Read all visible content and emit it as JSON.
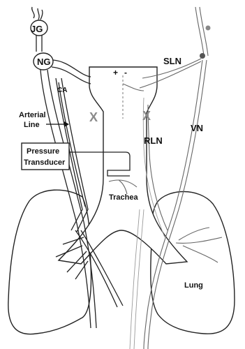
{
  "labels": {
    "jg": "JG",
    "ng": "NG",
    "ca": "CA",
    "arterial_line_1": "Arterial",
    "arterial_line_2": "Line",
    "pressure_1": "Pressure",
    "pressure_2": "Transducer",
    "sln": "SLN",
    "vn": "VN",
    "rln": "RLN",
    "trachea": "Trachea",
    "lung": "Lung",
    "plus": "+",
    "minus": "-"
  },
  "marks": {
    "cut_mark_left": "X",
    "cut_mark_right": "X"
  },
  "colors": {
    "outline": "#222222",
    "nerve": "#666666",
    "nerve_light": "#9a9a9a",
    "cut_mark": "#8a8a8a",
    "dot": "#888888"
  }
}
